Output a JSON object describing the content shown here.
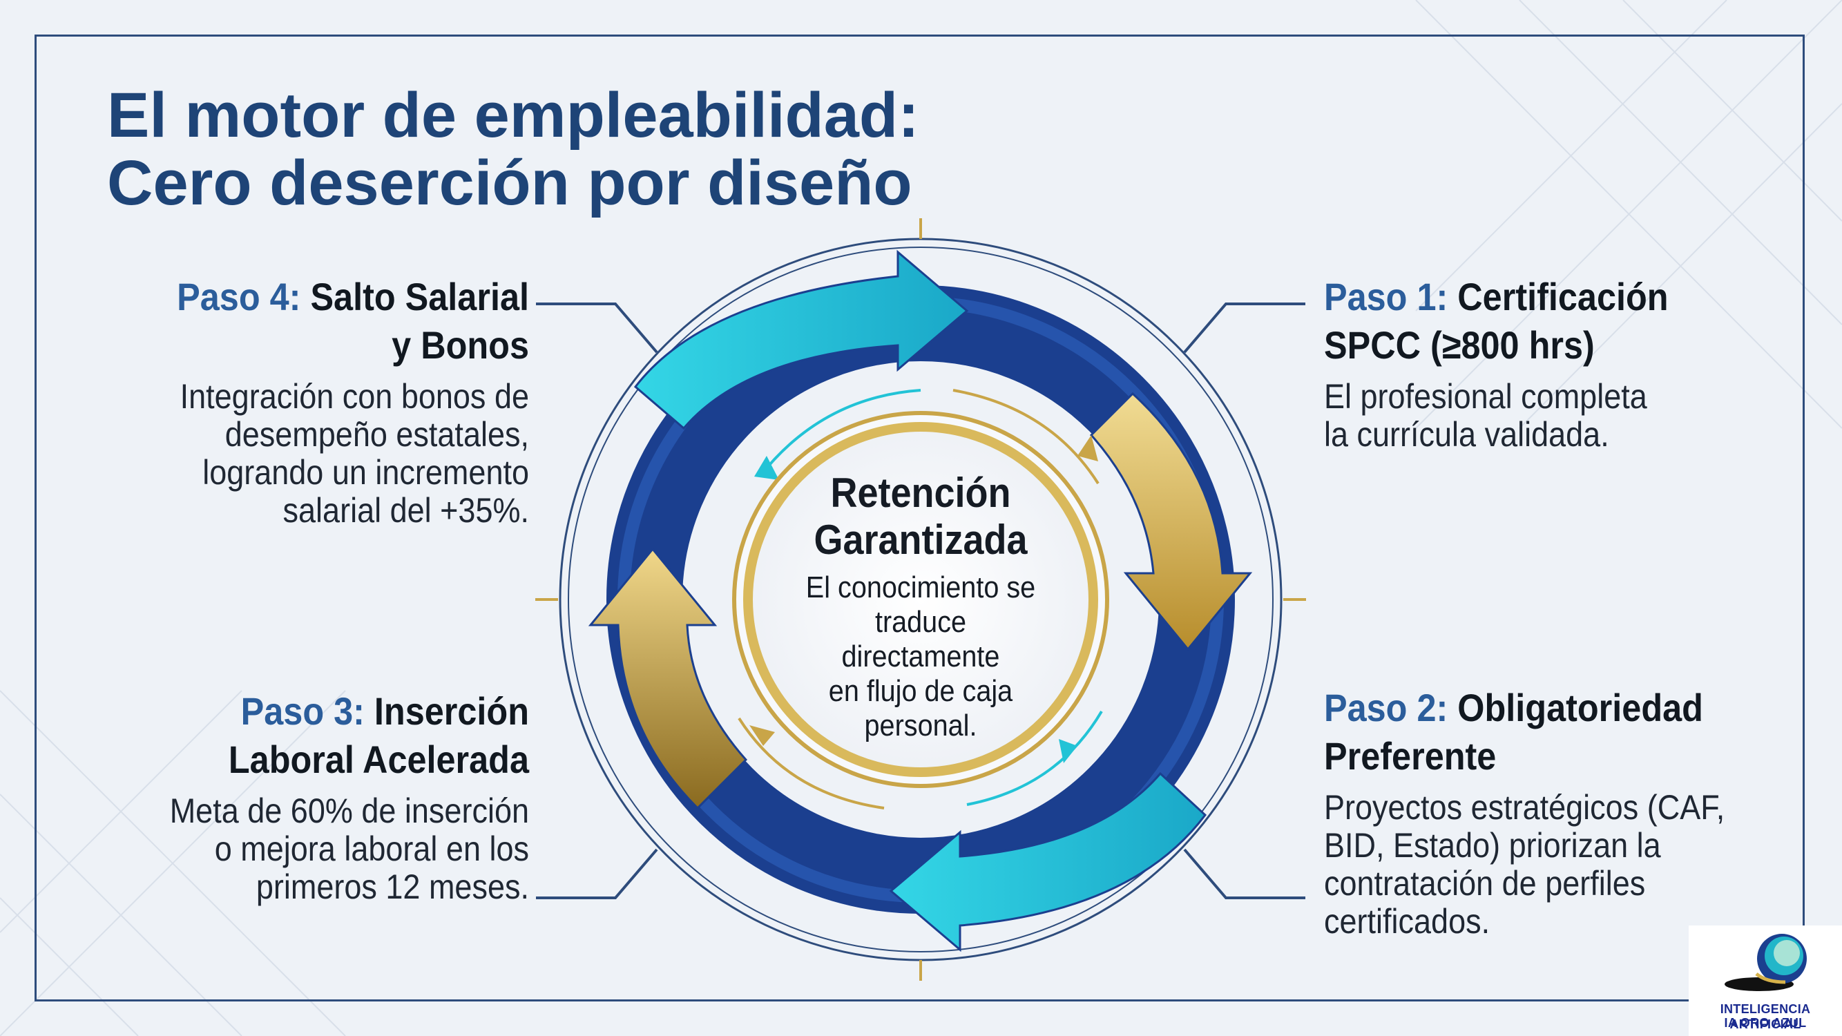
{
  "title": {
    "line1": "El motor de empleabilidad:",
    "line2": "Cero deserción por diseño"
  },
  "center": {
    "title_line1": "Retención",
    "title_line2": "Garantizada",
    "desc_line1": "El conocimiento se",
    "desc_line2": "traduce directamente",
    "desc_line3": "en flujo de caja",
    "desc_line4": "personal."
  },
  "steps": [
    {
      "number": "Paso 1:",
      "heading_line1": "Certificación",
      "heading_line2": "SPCC (≥800 hrs)",
      "desc_lines": [
        "El profesional completa",
        "la currícula validada."
      ]
    },
    {
      "number": "Paso 2:",
      "heading_line1": "Obligatoriedad",
      "heading_line2": "Preferente",
      "desc_lines": [
        "Proyectos estratégicos (CAF,",
        "BID, Estado) priorizan la",
        "contratación de perfiles",
        "certificados."
      ]
    },
    {
      "number": "Paso 3:",
      "heading_line1": "Inserción",
      "heading_line2": "Laboral Acelerada",
      "desc_lines": [
        "Meta de 60% de inserción",
        "o mejora laboral en los",
        "primeros 12 meses."
      ]
    },
    {
      "number": "Paso 4:",
      "heading_line1": "Salto Salarial",
      "heading_line2": "y Bonos",
      "desc_lines": [
        "Integración con bonos de",
        "desempeño estatales,",
        "logrando un incremento",
        "salarial del +35%."
      ]
    }
  ],
  "logo": {
    "line1": "INTELIGENCIA ARTIFICIAL",
    "line2": "IA ORO AZUL"
  },
  "colors": {
    "title_blue": "#1e4477",
    "step_number_blue": "#2b5d9b",
    "ring_dark_blue": "#1b3f8f",
    "cyan": "#22c3d6",
    "gold": "#c9a548",
    "background": "#eef2f7"
  }
}
